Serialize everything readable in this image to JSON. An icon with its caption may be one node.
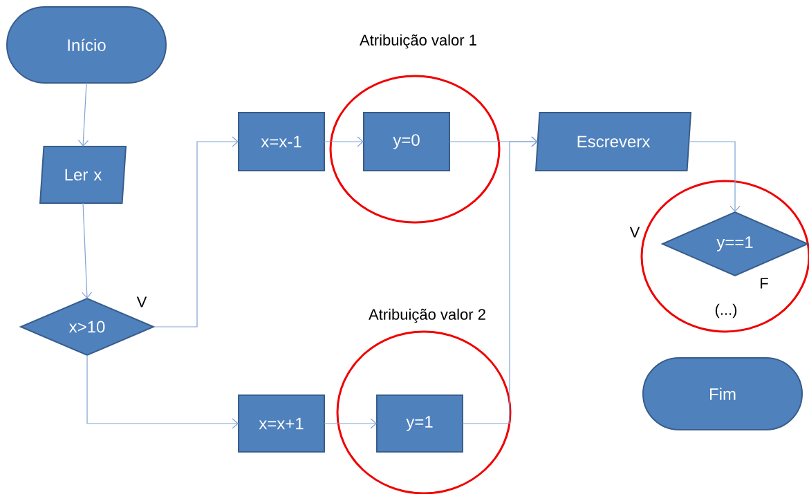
{
  "diagram": {
    "nodes": [
      {
        "text": [
          "Início"
        ]
      },
      {
        "text": [
          "Ler x"
        ]
      },
      {
        "text": [
          "x>10"
        ]
      },
      {
        "text": [
          "x=x-1"
        ]
      },
      {
        "text": [
          "Atribuição valor 1"
        ]
      },
      {
        "text": [
          "y=0"
        ],
        "in": 4
      },
      {
        "text": [
          "x=x+1"
        ]
      },
      {
        "text": [
          "Atribuição valor 2"
        ]
      },
      {
        "text": [
          "y=1"
        ],
        "in": 7
      },
      {
        "text": [
          "Escreverx"
        ]
      },
      {
        "text": [],
        "shape": "circle"
      },
      {
        "text": [
          "y==1"
        ],
        "in": 10,
        "beside": [
          "V",
          "F"
        ]
      },
      {
        "text": [
          "Fim"
        ]
      }
    ],
    "edges": [
      {
        "from": 0,
        "to": 1,
        "arrow": "to"
      },
      {
        "from": 1,
        "to": 2,
        "arrow": "to"
      },
      {
        "from": 2,
        "to": 3,
        "arrow": "to",
        "label": "V"
      },
      {
        "from": 2,
        "to": 6,
        "arrow": "to"
      },
      {
        "from": 3,
        "to": 5,
        "arrow": "to"
      },
      {
        "from": 6,
        "to": 8,
        "arrow": "to"
      },
      {
        "from": 5,
        "to": 9,
        "arrow": "to"
      },
      {
        "from": 8,
        "to": 9,
        "arrow": "to"
      },
      {
        "from": 9,
        "to": 11,
        "arrow": "to"
      }
    ],
    "labels": [
      "(...)"
    ]
  }
}
